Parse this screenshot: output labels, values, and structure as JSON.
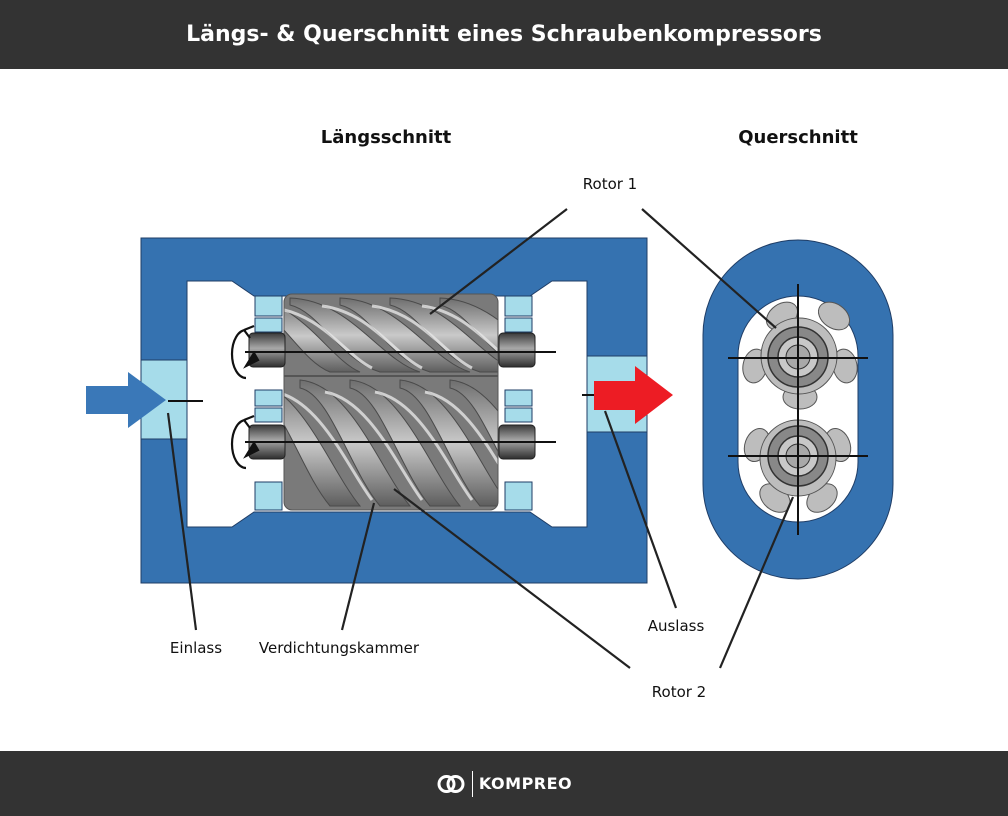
{
  "header": {
    "title": "Längs- & Querschnitt eines Schraubenkompressors"
  },
  "sections": {
    "left": "Längsschnitt",
    "right": "Querschnitt"
  },
  "labels": {
    "rotor1": "Rotor 1",
    "rotor2": "Rotor 2",
    "einlass": "Einlass",
    "verdichtungskammer": "Verdichtungskammer",
    "auslass": "Auslass"
  },
  "footer": {
    "brand": "KOMPREO",
    "logo_icon": "interlocking-rings-icon"
  },
  "colors": {
    "header_bg": "#333333",
    "housing_blue": "#3572b0",
    "port_light_blue": "#a6dcea",
    "inlet_arrow": "#3a78b8",
    "outlet_arrow": "#ed1c24",
    "rotor_gray": "#8f8f8f"
  }
}
